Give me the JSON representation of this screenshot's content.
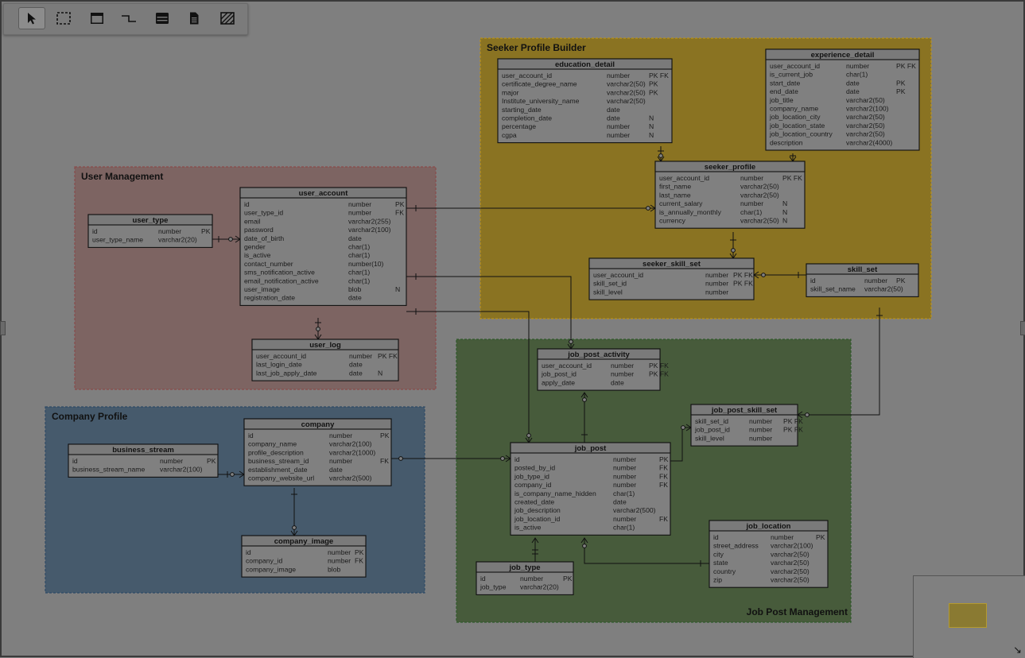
{
  "toolbar": {
    "tools": [
      {
        "icon": "pointer-icon",
        "active": true
      },
      {
        "icon": "marquee-select-icon",
        "active": false
      },
      {
        "icon": "table-icon",
        "active": false
      },
      {
        "icon": "relation-connector-icon",
        "active": false
      },
      {
        "icon": "view-icon",
        "active": false
      },
      {
        "icon": "note-icon",
        "active": false
      },
      {
        "icon": "area-icon",
        "active": false
      }
    ]
  },
  "groups": [
    {
      "id": "seeker",
      "label": "Seeker Profile Builder",
      "fill": "#8a7322",
      "stroke": "#b8911e",
      "label_pos": "top-left"
    },
    {
      "id": "usermgmt",
      "label": "User Management",
      "fill": "#7d6462",
      "stroke": "#8a4a4a",
      "label_pos": "top-left"
    },
    {
      "id": "company",
      "label": "Company Profile",
      "fill": "#465a6c",
      "stroke": "#2e4a66",
      "label_pos": "top-left"
    },
    {
      "id": "jobpost",
      "label": "Job Post Management",
      "fill": "#475b3b",
      "stroke": "#2f5a2a",
      "label_pos": "bottom-right"
    }
  ],
  "tables": [
    {
      "id": "education_detail",
      "name": "education_detail",
      "columns": [
        [
          "user_account_id",
          "number",
          "PK FK"
        ],
        [
          "certificate_degree_name",
          "varchar2(50)",
          "PK"
        ],
        [
          "major",
          "varchar2(50)",
          "PK"
        ],
        [
          "Institute_university_name",
          "varchar2(50)",
          ""
        ],
        [
          "starting_date",
          "date",
          ""
        ],
        [
          "completion_date",
          "date",
          "N"
        ],
        [
          "percentage",
          "number",
          "N"
        ],
        [
          "cgpa",
          "number",
          "N"
        ]
      ]
    },
    {
      "id": "experience_detail",
      "name": "experience_detail",
      "columns": [
        [
          "user_account_id",
          "number",
          "PK FK"
        ],
        [
          "is_current_job",
          "char(1)",
          ""
        ],
        [
          "start_date",
          "date",
          "PK"
        ],
        [
          "end_date",
          "date",
          "PK"
        ],
        [
          "job_title",
          "varchar2(50)",
          ""
        ],
        [
          "company_name",
          "varchar2(100)",
          ""
        ],
        [
          "job_location_city",
          "varchar2(50)",
          ""
        ],
        [
          "job_location_state",
          "varchar2(50)",
          ""
        ],
        [
          "job_location_country",
          "varchar2(50)",
          ""
        ],
        [
          "description",
          "varchar2(4000)",
          ""
        ]
      ]
    },
    {
      "id": "seeker_profile",
      "name": "seeker_profile",
      "columns": [
        [
          "user_account_id",
          "number",
          "PK FK"
        ],
        [
          "first_name",
          "varchar2(50)",
          ""
        ],
        [
          "last_name",
          "varchar2(50)",
          ""
        ],
        [
          "current_salary",
          "number",
          "N"
        ],
        [
          "is_annually_monthly",
          "char(1)",
          "N"
        ],
        [
          "currency",
          "varchar2(50)",
          "N"
        ]
      ]
    },
    {
      "id": "seeker_skill_set",
      "name": "seeker_skill_set",
      "columns": [
        [
          "user_account_id",
          "number",
          "PK FK"
        ],
        [
          "skill_set_id",
          "number",
          "PK FK"
        ],
        [
          "skill_level",
          "number",
          ""
        ]
      ]
    },
    {
      "id": "skill_set",
      "name": "skill_set",
      "columns": [
        [
          "id",
          "number",
          "PK"
        ],
        [
          "skill_set_name",
          "varchar2(50)",
          ""
        ]
      ]
    },
    {
      "id": "user_type",
      "name": "user_type",
      "columns": [
        [
          "id",
          "number",
          "PK"
        ],
        [
          "user_type_name",
          "varchar2(20)",
          ""
        ]
      ]
    },
    {
      "id": "user_account",
      "name": "user_account",
      "columns": [
        [
          "id",
          "number",
          "PK"
        ],
        [
          "user_type_id",
          "number",
          "FK"
        ],
        [
          "email",
          "varchar2(255)",
          ""
        ],
        [
          "password",
          "varchar2(100)",
          ""
        ],
        [
          "date_of_birth",
          "date",
          ""
        ],
        [
          "gender",
          "char(1)",
          ""
        ],
        [
          "is_active",
          "char(1)",
          ""
        ],
        [
          "contact_number",
          "number(10)",
          ""
        ],
        [
          "sms_notification_active",
          "char(1)",
          ""
        ],
        [
          "email_notification_active",
          "char(1)",
          ""
        ],
        [
          "user_image",
          "blob",
          "N"
        ],
        [
          "registration_date",
          "date",
          ""
        ]
      ]
    },
    {
      "id": "user_log",
      "name": "user_log",
      "columns": [
        [
          "user_account_id",
          "number",
          "PK FK"
        ],
        [
          "last_login_date",
          "date",
          ""
        ],
        [
          "last_job_apply_date",
          "date",
          "N"
        ]
      ]
    },
    {
      "id": "business_stream",
      "name": "business_stream",
      "columns": [
        [
          "id",
          "number",
          "PK"
        ],
        [
          "business_stream_name",
          "varchar2(100)",
          ""
        ]
      ]
    },
    {
      "id": "company",
      "name": "company",
      "columns": [
        [
          "id",
          "number",
          "PK"
        ],
        [
          "company_name",
          "varchar2(100)",
          ""
        ],
        [
          "profile_description",
          "varchar2(1000)",
          ""
        ],
        [
          "business_stream_id",
          "number",
          "FK"
        ],
        [
          "establishment_date",
          "date",
          ""
        ],
        [
          "company_website_url",
          "varchar2(500)",
          ""
        ]
      ]
    },
    {
      "id": "company_image",
      "name": "company_image",
      "columns": [
        [
          "id",
          "number",
          "PK"
        ],
        [
          "company_id",
          "number",
          "FK"
        ],
        [
          "company_image",
          "blob",
          ""
        ]
      ]
    },
    {
      "id": "job_post_activity",
      "name": "job_post_activity",
      "columns": [
        [
          "user_account_id",
          "number",
          "PK FK"
        ],
        [
          "job_post_id",
          "number",
          "PK FK"
        ],
        [
          "apply_date",
          "date",
          ""
        ]
      ]
    },
    {
      "id": "job_post_skill_set",
      "name": "job_post_skill_set",
      "columns": [
        [
          "skill_set_id",
          "number",
          "PK FK"
        ],
        [
          "job_post_id",
          "number",
          "PK FK"
        ],
        [
          "skill_level",
          "number",
          ""
        ]
      ]
    },
    {
      "id": "job_post",
      "name": "job_post",
      "columns": [
        [
          "id",
          "number",
          "PK"
        ],
        [
          "posted_by_id",
          "number",
          "FK"
        ],
        [
          "job_type_id",
          "number",
          "FK"
        ],
        [
          "company_id",
          "number",
          "FK"
        ],
        [
          "is_company_name_hidden",
          "char(1)",
          ""
        ],
        [
          "created_date",
          "date",
          ""
        ],
        [
          "job_description",
          "varchar2(500)",
          ""
        ],
        [
          "job_location_id",
          "number",
          "FK"
        ],
        [
          "is_active",
          "char(1)",
          ""
        ]
      ]
    },
    {
      "id": "job_location",
      "name": "job_location",
      "columns": [
        [
          "id",
          "number",
          "PK"
        ],
        [
          "street_address",
          "varchar2(100)",
          ""
        ],
        [
          "city",
          "varchar2(50)",
          ""
        ],
        [
          "state",
          "varchar2(50)",
          ""
        ],
        [
          "country",
          "varchar2(50)",
          ""
        ],
        [
          "zip",
          "varchar2(50)",
          ""
        ]
      ]
    },
    {
      "id": "job_type",
      "name": "job_type",
      "columns": [
        [
          "id",
          "number",
          "PK"
        ],
        [
          "job_type",
          "varchar2(20)",
          ""
        ]
      ]
    }
  ],
  "minimap": {
    "viewport_color": "#b49a2e",
    "resize_icon": "resize-corner-icon"
  }
}
